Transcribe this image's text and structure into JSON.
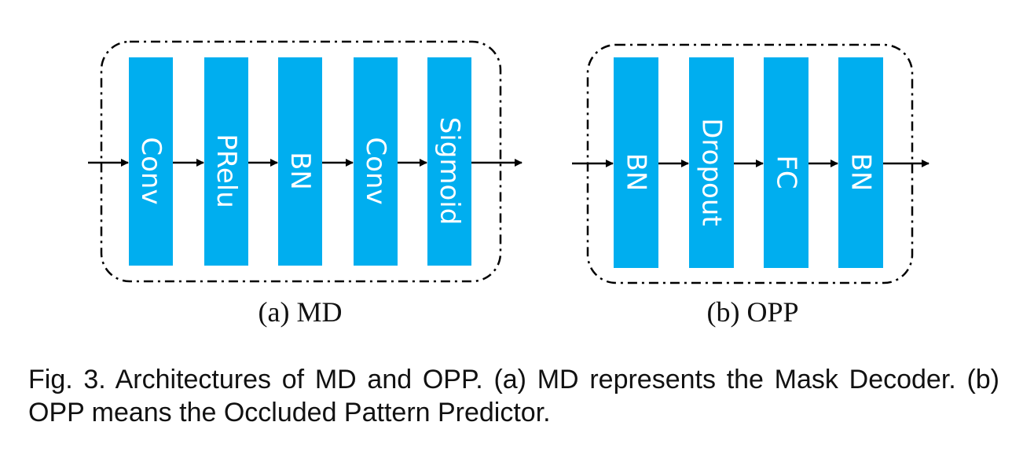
{
  "diagram": {
    "colors": {
      "block": "#00aeef",
      "line": "#000000"
    },
    "panels": [
      {
        "id": "md",
        "caption": "(a) MD",
        "blocks": [
          "Conv",
          "PRelu",
          "BN",
          "Conv",
          "Sigmoid"
        ]
      },
      {
        "id": "opp",
        "caption": "(b) OPP",
        "blocks": [
          "BN",
          "Dropout",
          "FC",
          "BN"
        ]
      }
    ]
  },
  "caption": {
    "text": "Fig. 3. Architectures of MD and OPP. (a) MD represents the Mask Decoder. (b) OPP means the Occluded Pattern Predictor."
  }
}
